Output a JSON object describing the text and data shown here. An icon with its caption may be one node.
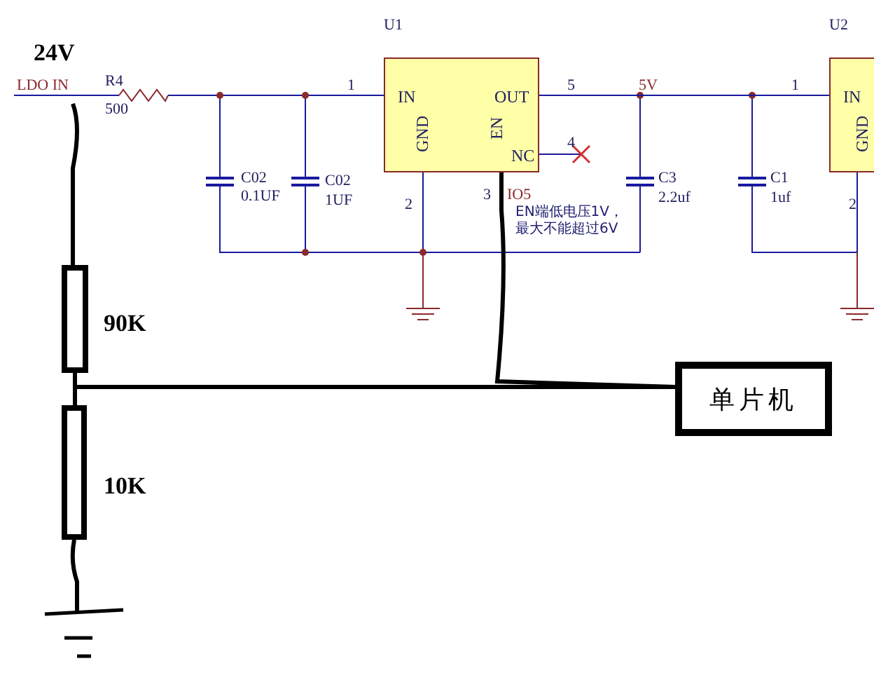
{
  "diagram": {
    "nodes": [
      {
        "text": [
          "IN",
          "OUT",
          "GND",
          "EN",
          "NC"
        ],
        "beside": [
          "U1"
        ]
      },
      {
        "text": [
          "IN",
          "GND"
        ],
        "beside": [
          "U2"
        ]
      },
      {
        "text": [],
        "shape": "box",
        "beside": [
          "90K"
        ]
      },
      {
        "text": [],
        "shape": "box",
        "beside": [
          "10K"
        ]
      },
      {
        "text": [
          "单片机"
        ]
      }
    ],
    "edges": [
      {
        "from": 2,
        "to": 3,
        "arrow": "none"
      },
      {
        "from": 2,
        "to": 4,
        "arrow": "none"
      },
      {
        "from": 0,
        "to": 4,
        "arrow": "none"
      },
      {
        "from": 0,
        "to": 1,
        "arrow": "none",
        "color": "#1a1aa0"
      }
    ],
    "labels": [
      "24V",
      "LDO IN",
      "R4",
      "500",
      "1",
      "5",
      "5V",
      "1",
      "4",
      "C02",
      "0.1UF",
      "C02",
      "1UF",
      "2",
      "3",
      "IO5",
      "C3",
      "2.2uf",
      "C1",
      "1uf",
      "2",
      "EN端低电压1V，最大不能超过6V"
    ]
  }
}
